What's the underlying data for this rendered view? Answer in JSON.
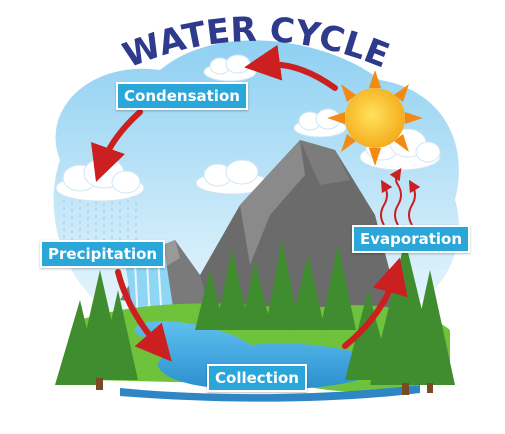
{
  "title": "WATER CYCLE",
  "stages": {
    "condensation": "Condensation",
    "precipitation": "Precipitation",
    "evaporation": "Evaporation",
    "collection": "Collection"
  },
  "colors": {
    "title": "#2e3a8c",
    "label_bg": "#2aa7d8",
    "arrow": "#cc1f1f",
    "sky": "#bfe3f7",
    "water": "#3fa9e0",
    "grass": "#6fc23b",
    "mountain": "#6b6b6b",
    "sun": "#f7c21b",
    "tree": "#3f8d2e"
  },
  "icons": [
    "sun-icon",
    "cloud-icon",
    "rain-icon",
    "mountain-icon",
    "tree-icon",
    "waterfall-icon",
    "arrow-icon"
  ]
}
